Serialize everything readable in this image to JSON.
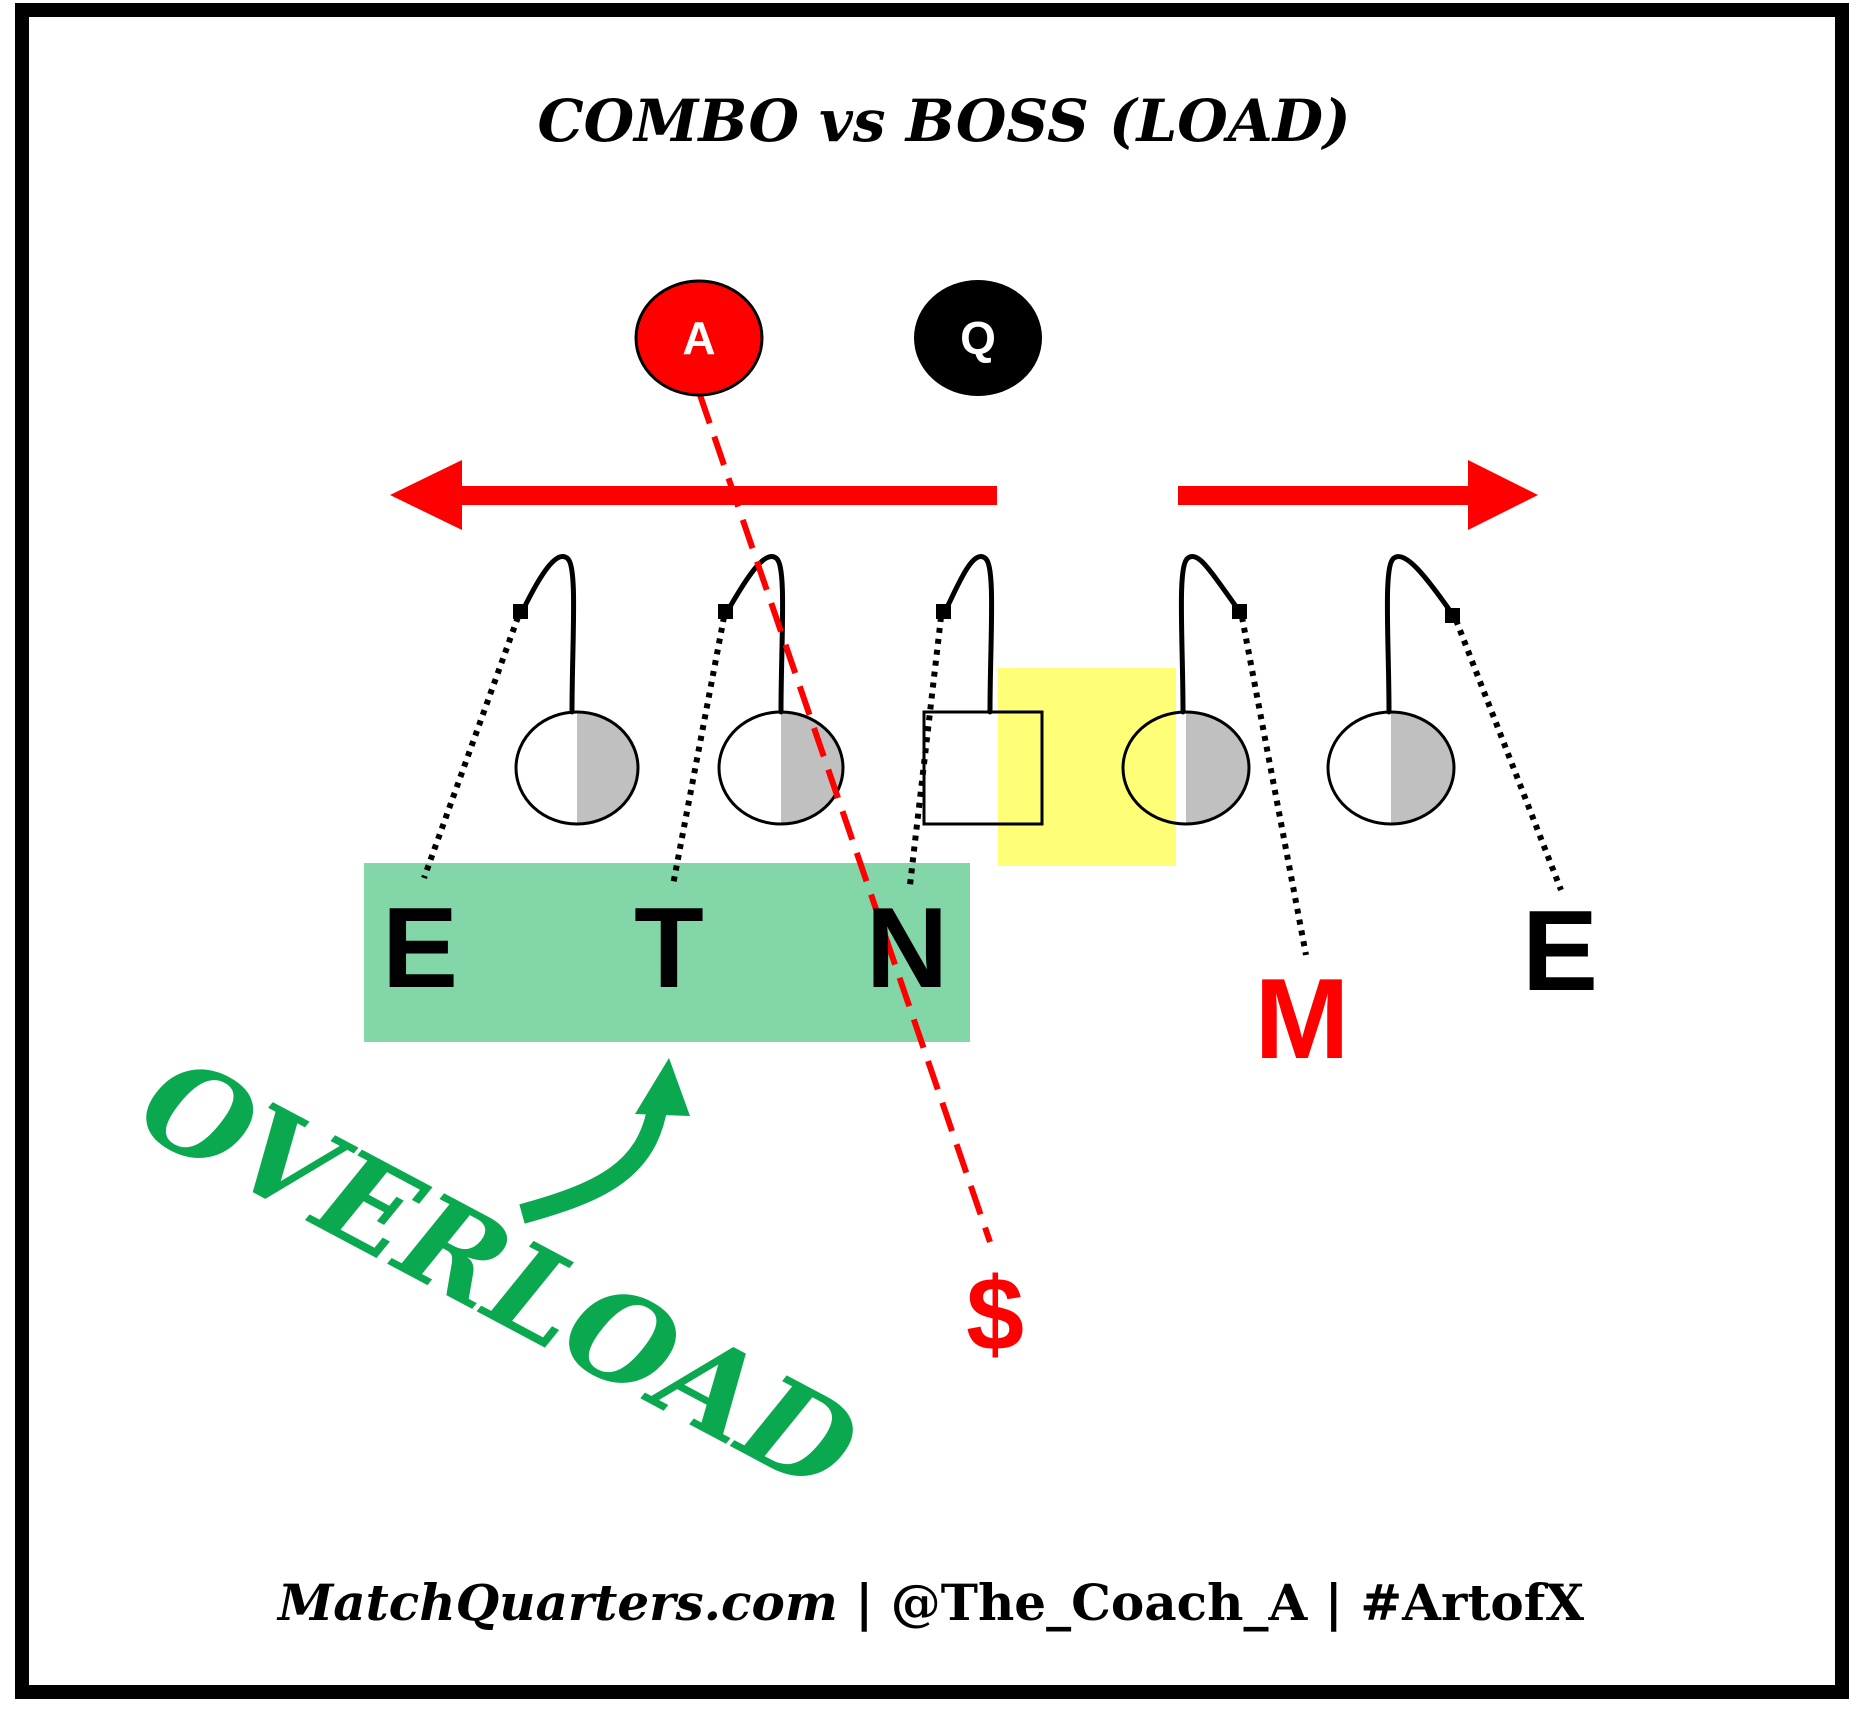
{
  "title": "COMBO vs BOSS (LOAD)",
  "backs": {
    "a_label": "A",
    "q_label": "Q"
  },
  "defense": {
    "left_end": "E",
    "tackle": "T",
    "nose": "N",
    "mike": "M",
    "right_end": "E",
    "safety": "$"
  },
  "annotation": {
    "overload": "OVERLOAD"
  },
  "footer": {
    "site": "MatchQuarters.com",
    "separator_1": " | ",
    "handle": "@The_Coach_A",
    "separator_2": " | ",
    "hashtag": "#ArtofX"
  },
  "colors": {
    "red": "#ff0000",
    "black": "#000000",
    "gray": "#c0c0c0",
    "green_text": "#0aa84f",
    "green_box": "#82d6a8",
    "yellow_box": "#ffff70"
  }
}
